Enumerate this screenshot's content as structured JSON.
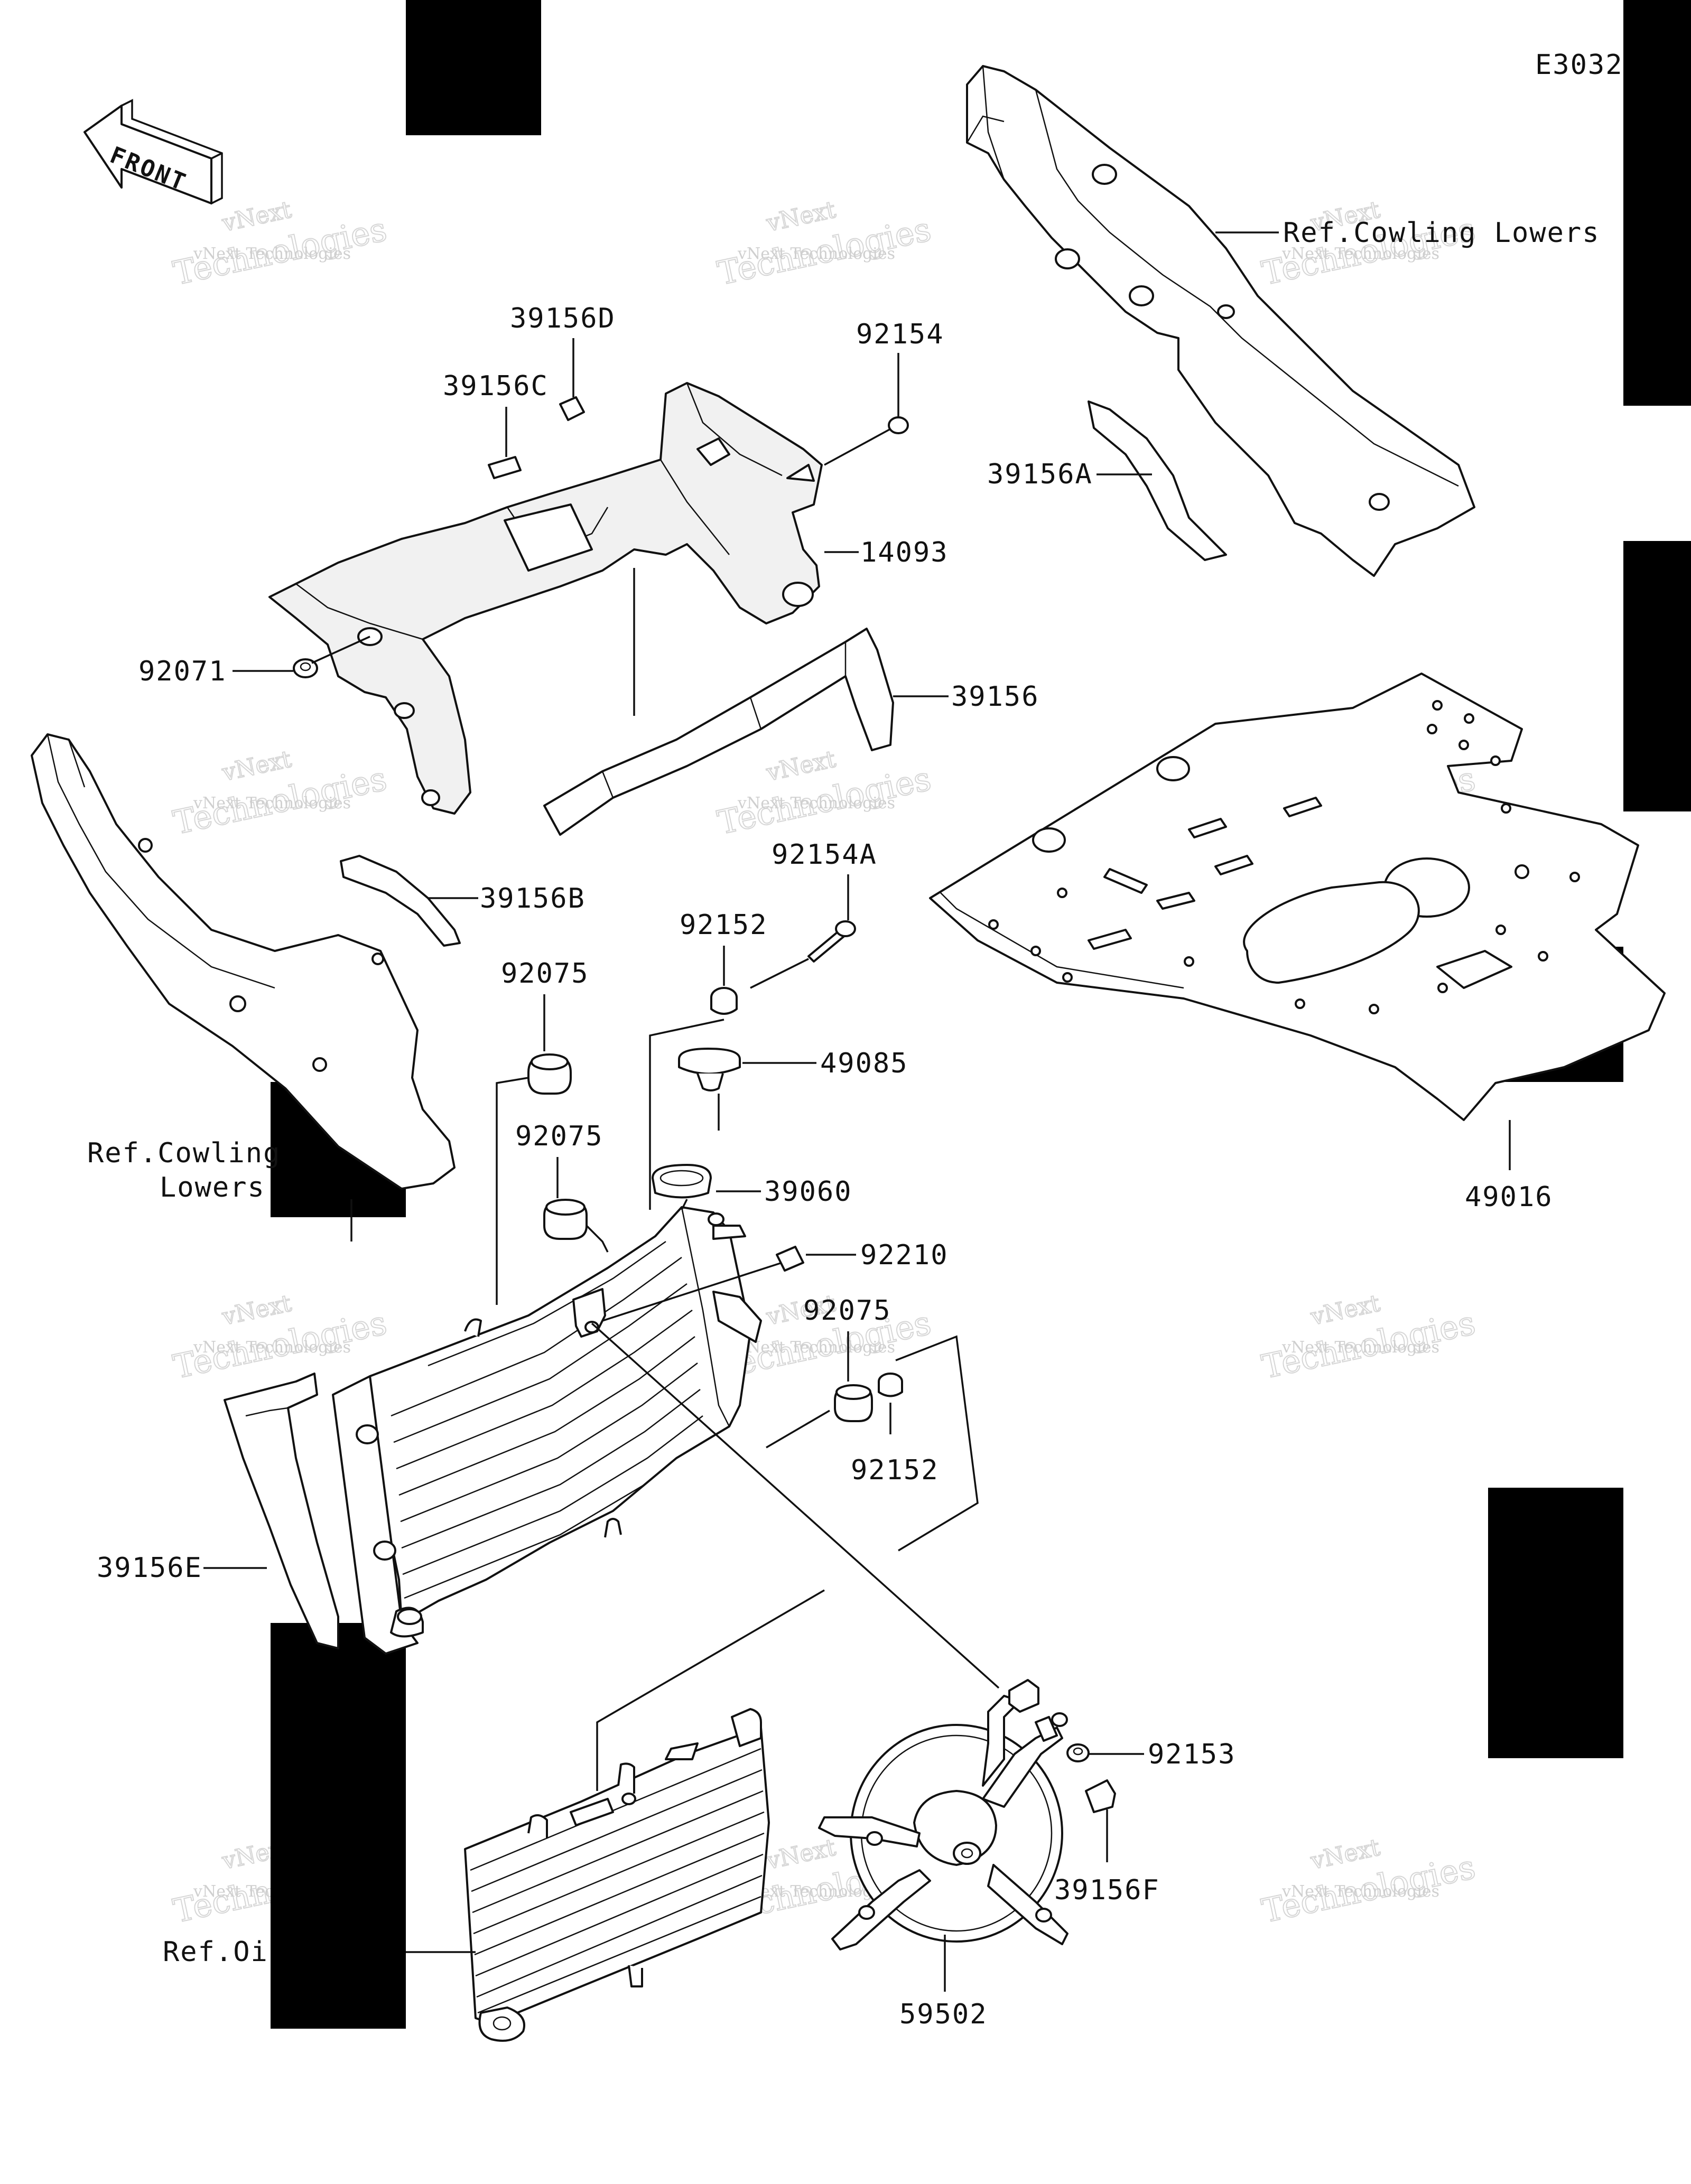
{
  "diagram_code": "E3032",
  "front_label": "FRONT",
  "watermark": {
    "brand": "vNext Technologies",
    "line1": "vNext",
    "line2": "Technologies"
  },
  "labels": {
    "p39156D": "39156D",
    "p39156C": "39156C",
    "p92154": "92154",
    "p14093": "14093",
    "p92071": "92071",
    "p39156": "39156",
    "p39156B": "39156B",
    "p92154A": "92154A",
    "p92152_top": "92152",
    "p92075_a": "92075",
    "p49085": "49085",
    "p92075_b": "92075",
    "p39060": "39060",
    "p92210": "92210",
    "p92075_c": "92075",
    "p92152_b": "92152",
    "p39156E": "39156E",
    "p92153": "92153",
    "p39156F": "39156F",
    "p59502": "59502",
    "p39156A": "39156A",
    "p49016": "49016"
  },
  "refs": {
    "cowling_right": "Ref.Cowling Lowers",
    "cowling_left_1": "Ref.Cowling",
    "cowling_left_2": "Lowers",
    "oil": "Ref.Oi"
  }
}
